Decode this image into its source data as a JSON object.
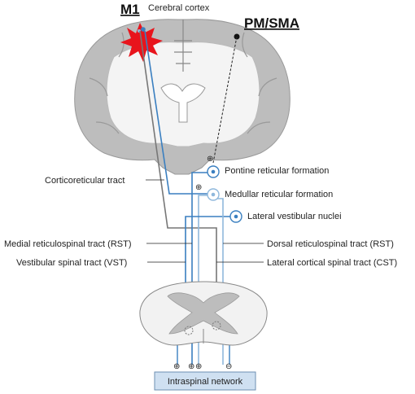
{
  "titles": {
    "m1": "M1",
    "pm_sma": "PM/SMA",
    "cortex": "Cerebral cortex"
  },
  "nuclei": {
    "pontine": "Pontine reticular formation",
    "medullar": "Medullar reticular formation",
    "lateral_vestibular": "Lateral vestibular nuclei"
  },
  "tracts": {
    "corticoreticular": "Corticoreticular tract",
    "medial_rst": "Medial reticulospinal tract (RST)",
    "vst": "Vestibular spinal tract (VST)",
    "dorsal_rst": "Dorsal reticulospinal tract (RST)",
    "lateral_cst": "Lateral cortical spinal tract (CST)"
  },
  "network": {
    "label": "Intraspinal network"
  },
  "signs": {
    "plus": "⊕",
    "minus": "⊖"
  },
  "colors": {
    "tract_blue": "#3a7fc0",
    "light_blue": "#8fb8dc",
    "gray_tract": "#777777",
    "lesion_red": "#e8141c",
    "brain_gray": "#b9b9b9",
    "box_fill": "#cfe0f1"
  }
}
